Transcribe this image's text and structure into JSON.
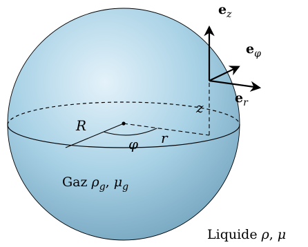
{
  "labels": {
    "radius": "R",
    "angle": "φ",
    "distance": "r",
    "height": "z",
    "basis_z_base": "e",
    "basis_z_sub": "z",
    "basis_phi_base": "e",
    "basis_phi_sub": "φ",
    "basis_r_base": "e",
    "basis_r_sub": "r"
  },
  "gas": {
    "word": "Gaz",
    "rho": "ρ",
    "rho_sub": "g",
    "sep": ",",
    "mu": "μ",
    "mu_sub": "g"
  },
  "liquid": {
    "word": "Liquide",
    "rho": "ρ",
    "sep": ",",
    "mu": "μ"
  },
  "colors": {
    "sphere_light": "#e4f2fa",
    "sphere_mid": "#a9d2e6",
    "sphere_dark": "#6e9fba",
    "ink": "#000000",
    "background": "#ffffff"
  }
}
